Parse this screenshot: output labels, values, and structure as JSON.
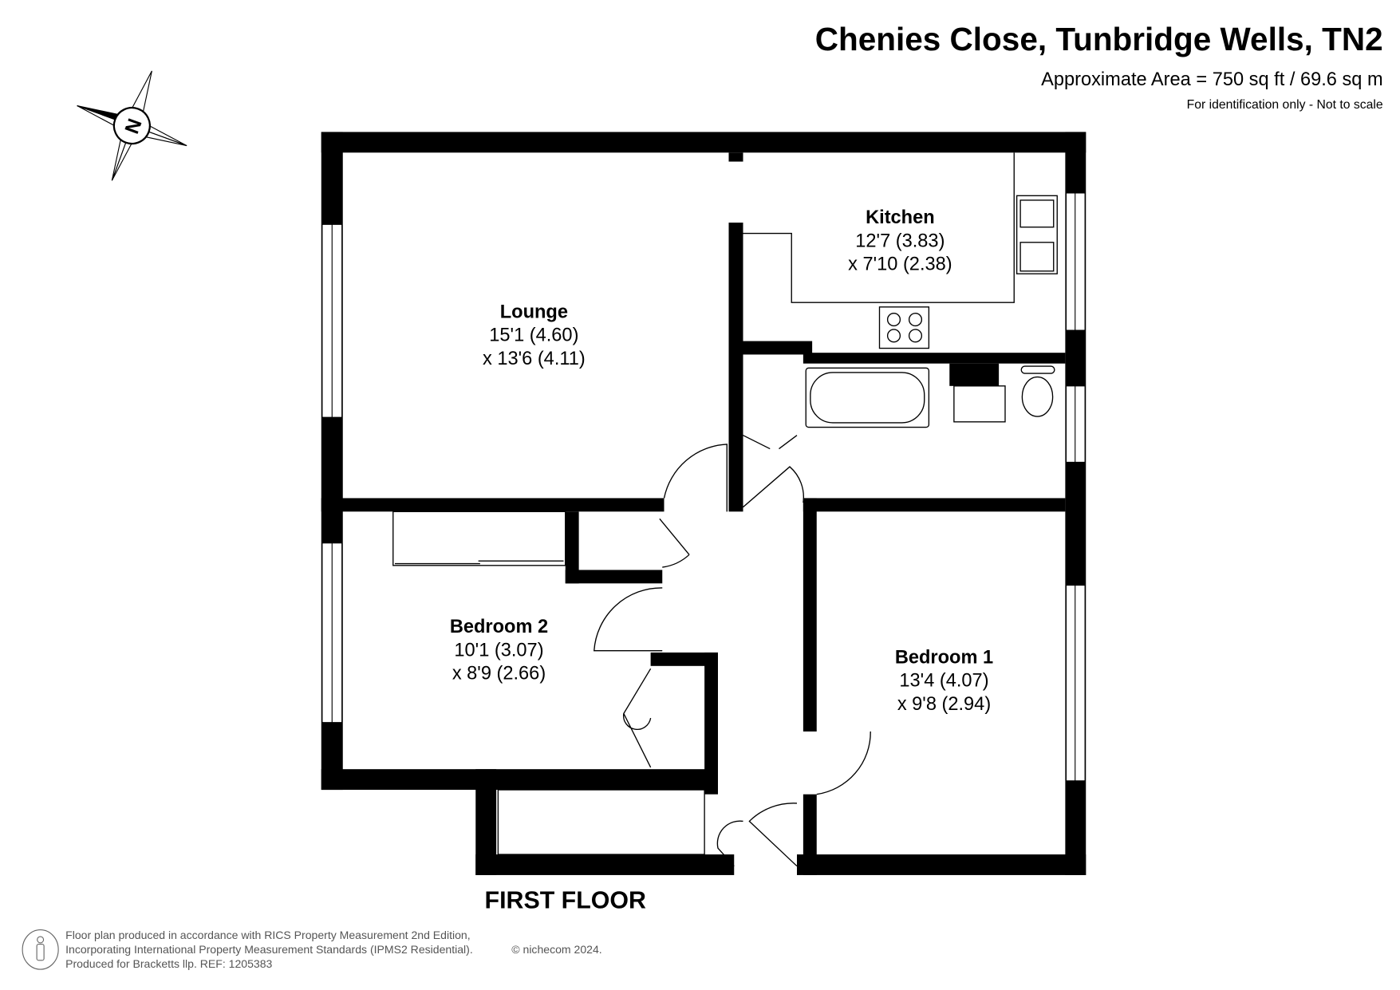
{
  "header": {
    "title": "Chenies Close, Tunbridge Wells, TN2",
    "area": "Approximate Area = 750 sq ft / 69.6 sq m",
    "disclaimer": "For identification only - Not to scale"
  },
  "compass": {
    "label": "N"
  },
  "rooms": [
    {
      "name": "Lounge",
      "dim1": "15'1 (4.60)",
      "dim2": "x 13'6 (4.11)"
    },
    {
      "name": "Kitchen",
      "dim1": "12'7 (3.83)",
      "dim2": "x 7'10 (2.38)"
    },
    {
      "name": "Bedroom 2",
      "dim1": "10'1 (3.07)",
      "dim2": "x 8'9 (2.66)"
    },
    {
      "name": "Bedroom 1",
      "dim1": "13'4 (4.07)",
      "dim2": "x 9'8 (2.94)"
    }
  ],
  "floor_label": "FIRST FLOOR",
  "footer": {
    "line1": "Floor plan produced in accordance with RICS Property Measurement 2nd Edition,",
    "line2": "Incorporating International Property Measurement Standards (IPMS2 Residential).",
    "copyright": "© nichecom 2024.",
    "line3": "Produced for Bracketts llp.   REF:  1205383"
  }
}
